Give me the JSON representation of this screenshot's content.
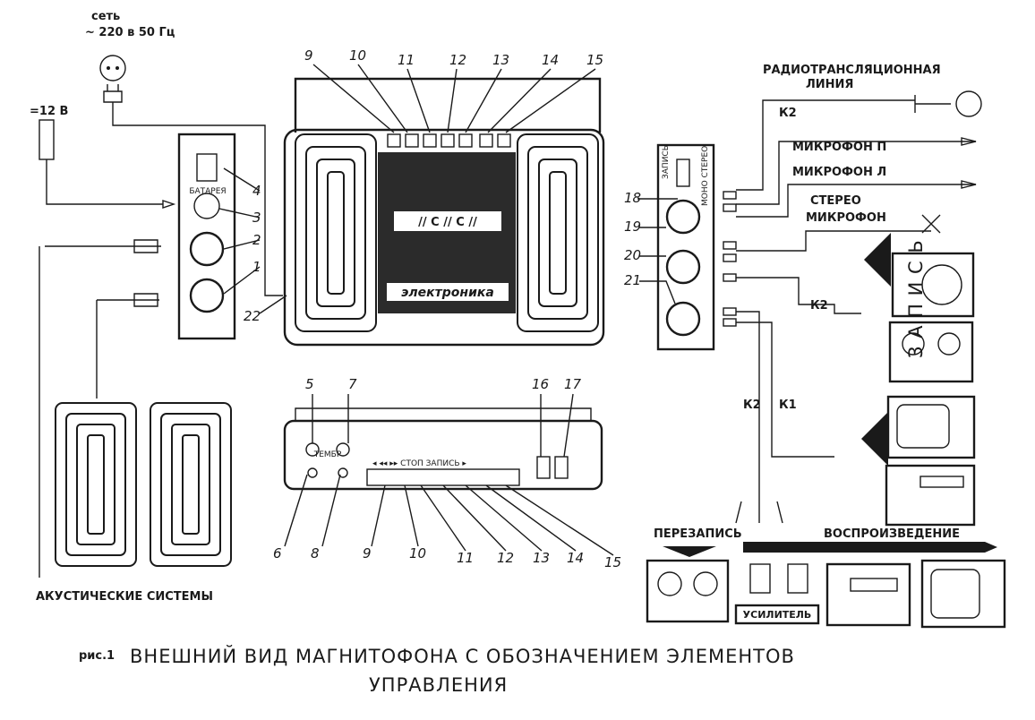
{
  "power": {
    "mains_label": "сеть",
    "mains_voltage": "~ 220 в 50 Гц",
    "dc_voltage": "=12 В"
  },
  "inputs": {
    "radio_line": "РАДИОТРАНСЛЯЦИОННАЯ",
    "radio_line_2": "ЛИНИЯ",
    "mic_right": "МИКРОФОН П",
    "mic_left": "МИКРОФОН Л",
    "stereo": "СТЕРЕО",
    "stereo_mic": "МИКРОФОН"
  },
  "cables": {
    "k1": "К1",
    "k2": "К2"
  },
  "recording_label": "З А П И С Ь",
  "rerecording_label": "ПЕРЕЗАПИСЬ",
  "playback_label": "ВОСПРОИЗВЕДЕНИЕ",
  "amplifier_label": "УСИЛИТЕЛЬ",
  "speakers_label": "АКУСТИЧЕСКИЕ СИСТЕМЫ",
  "brand": "электроника",
  "cassette_marks": "// С // С //",
  "side_panel": {
    "rec_level": "ЗАПИСЬ",
    "mono_stereo": "МОНО СТЕРЕО",
    "batt": "БАТАРЕЯ"
  },
  "front_panel": {
    "tone": "ТЕМБР",
    "keys": "◂  ◂◂  ▸▸  СТОП  ЗАПИСЬ ▸"
  },
  "callouts": [
    "1",
    "2",
    "3",
    "4",
    "5",
    "6",
    "7",
    "8",
    "9",
    "10",
    "11",
    "12",
    "13",
    "14",
    "15",
    "16",
    "17",
    "18",
    "19",
    "20",
    "21",
    "22"
  ],
  "caption": {
    "prefix": "рис.1",
    "line1": "ВНЕШНИЙ ВИД МАГНИТОФОНА С ОБОЗНАЧЕНИЕМ ЭЛЕМЕНТОВ",
    "line2": "УПРАВЛЕНИЯ"
  }
}
